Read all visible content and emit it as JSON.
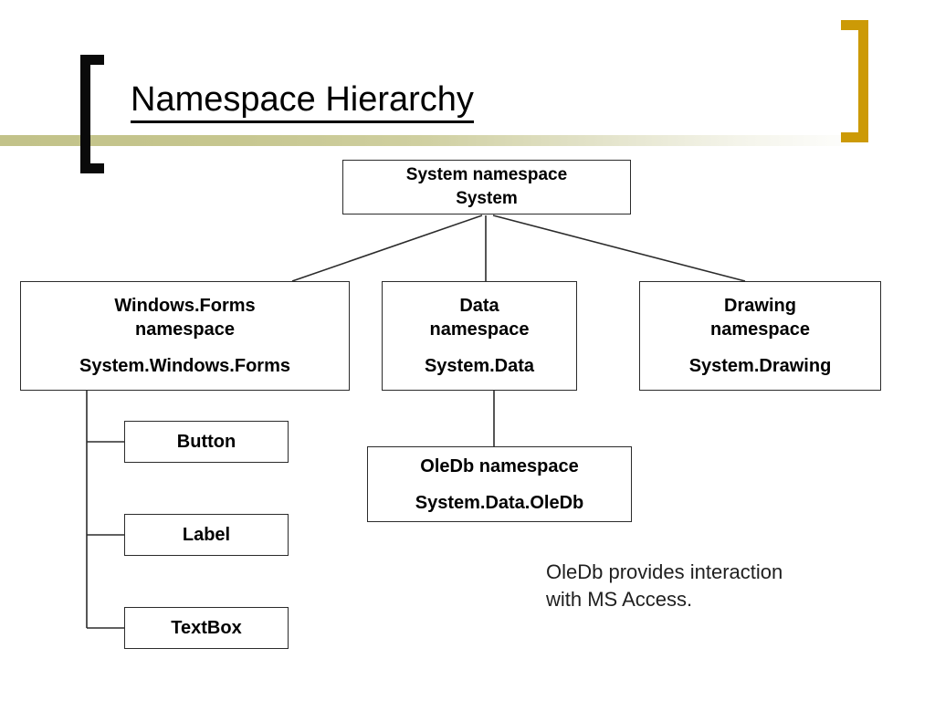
{
  "slide": {
    "title": "Namespace Hierarchy",
    "background_color": "#ffffff",
    "accent_color": "#cc9a06",
    "band_color": "#c2c289",
    "bracket_left_color": "#0a0a0a"
  },
  "diagram": {
    "root": {
      "line1": "System namespace",
      "line2": "System"
    },
    "children": [
      {
        "line1": "Windows.Forms",
        "line2": "namespace",
        "line3": "System.Windows.Forms"
      },
      {
        "line1": "Data",
        "line2": "namespace",
        "line3": "System.Data"
      },
      {
        "line1": "Drawing",
        "line2": "namespace",
        "line3": "System.Drawing"
      }
    ],
    "oledb": {
      "line1": "OleDb namespace",
      "line2": "System.Data.OleDb"
    },
    "controls": [
      {
        "label": "Button"
      },
      {
        "label": "Label"
      },
      {
        "label": "TextBox"
      }
    ]
  },
  "caption": {
    "text": "OleDb provides interaction with MS Access."
  }
}
